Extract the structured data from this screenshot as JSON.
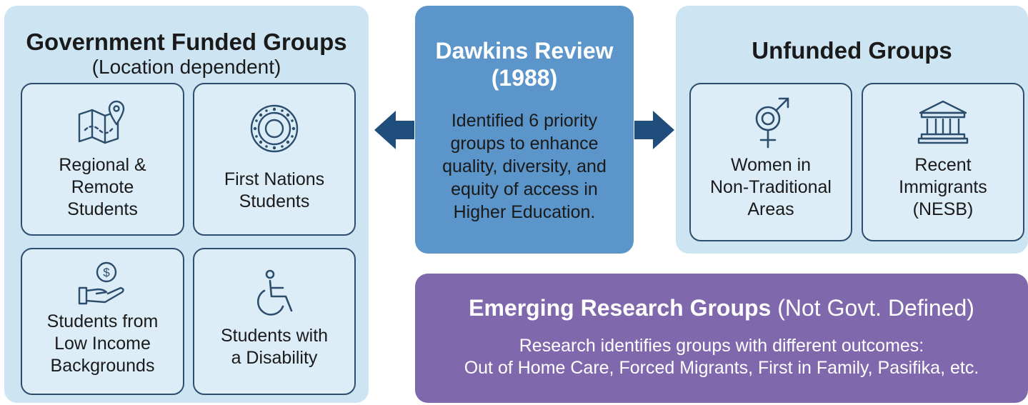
{
  "colors": {
    "light_panel": "#cde4f2",
    "card_fill": "#dcedf8",
    "card_border": "#2c4d6c",
    "center_panel": "#5b95c9",
    "purple_panel": "#8068ad",
    "arrow": "#1f4e7c"
  },
  "government": {
    "title": "Government Funded Groups",
    "subtitle": "(Location dependent)",
    "cards": [
      {
        "icon": "map-pin-icon",
        "label": "Regional &\nRemote\nStudents"
      },
      {
        "icon": "aboriginal-circle-icon",
        "label": "First Nations\nStudents"
      },
      {
        "icon": "money-hand-icon",
        "label": "Students from\nLow Income\nBackgrounds"
      },
      {
        "icon": "wheelchair-icon",
        "label": "Students with\na Disability"
      }
    ]
  },
  "dawkins": {
    "title": "Dawkins Review\n(1988)",
    "body": "Identified 6 priority\ngroups to enhance\nquality, diversity, and\nequity of access in\nHigher Education."
  },
  "unfunded": {
    "title": "Unfunded Groups",
    "cards": [
      {
        "icon": "gender-symbol-icon",
        "label": "Women in\nNon-Traditional\nAreas"
      },
      {
        "icon": "institution-building-icon",
        "label": "Recent\nImmigrants\n(NESB)"
      }
    ]
  },
  "emerging": {
    "title_bold": "Emerging Research Groups",
    "title_rest": " (Not Govt. Defined)",
    "line1": "Research identifies groups with different outcomes:",
    "line2": "Out of Home Care, Forced Migrants, First in Family, Pasifika, etc."
  }
}
